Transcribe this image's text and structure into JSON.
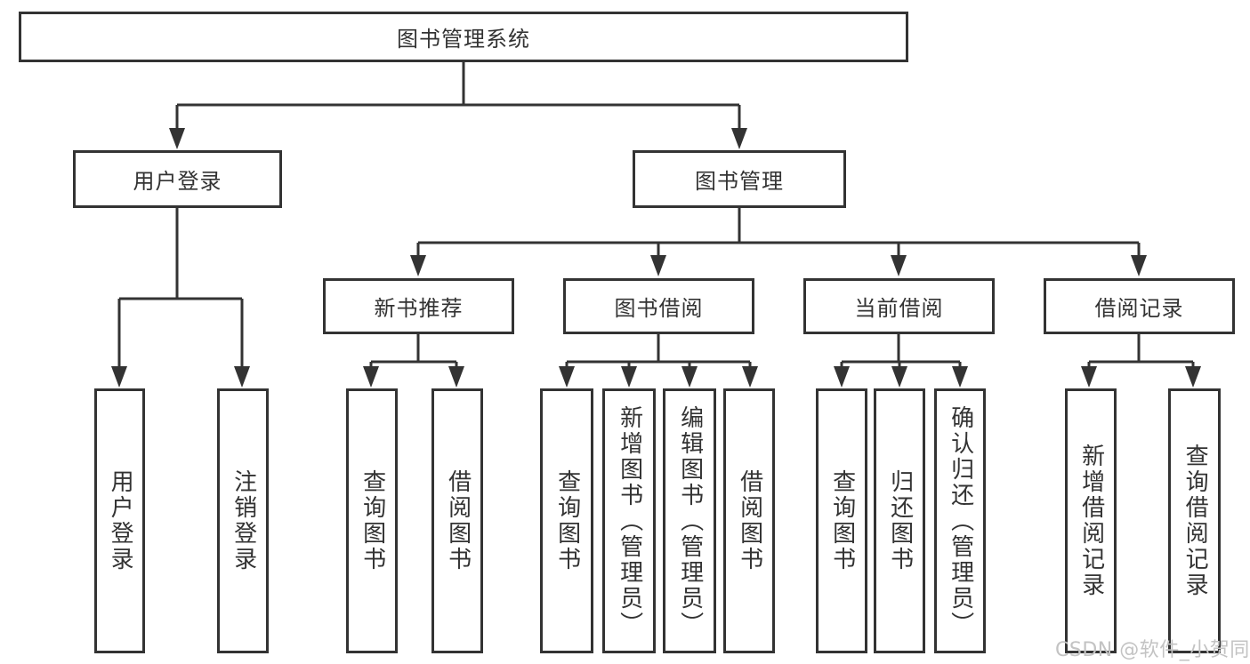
{
  "tree": {
    "root": {
      "label": "图书管理系统"
    },
    "branches": [
      {
        "label": "用户登录",
        "children": [
          {
            "label": "用户登录"
          },
          {
            "label": "注销登录"
          }
        ]
      },
      {
        "label": "图书管理",
        "children": [
          {
            "label": "新书推荐",
            "children": [
              {
                "label": "查询图书"
              },
              {
                "label": "借阅图书"
              }
            ]
          },
          {
            "label": "图书借阅",
            "children": [
              {
                "label": "查询图书"
              },
              {
                "label": "新增图书（管理员）"
              },
              {
                "label": "编辑图书（管理员）"
              },
              {
                "label": "借阅图书"
              }
            ]
          },
          {
            "label": "当前借阅",
            "children": [
              {
                "label": "查询图书"
              },
              {
                "label": "归还图书"
              },
              {
                "label": "确认归还（管理员）"
              }
            ]
          },
          {
            "label": "借阅记录",
            "children": [
              {
                "label": "新增借阅记录"
              },
              {
                "label": "查询借阅记录"
              }
            ]
          }
        ]
      }
    ]
  },
  "watermark": {
    "text": "CSDN @软件_小贺同学"
  },
  "colors": {
    "line": "#333333",
    "text": "#333333",
    "watermark": "#c3c3c3",
    "page_background": "#ffffff",
    "box_background": "#ffffff"
  }
}
